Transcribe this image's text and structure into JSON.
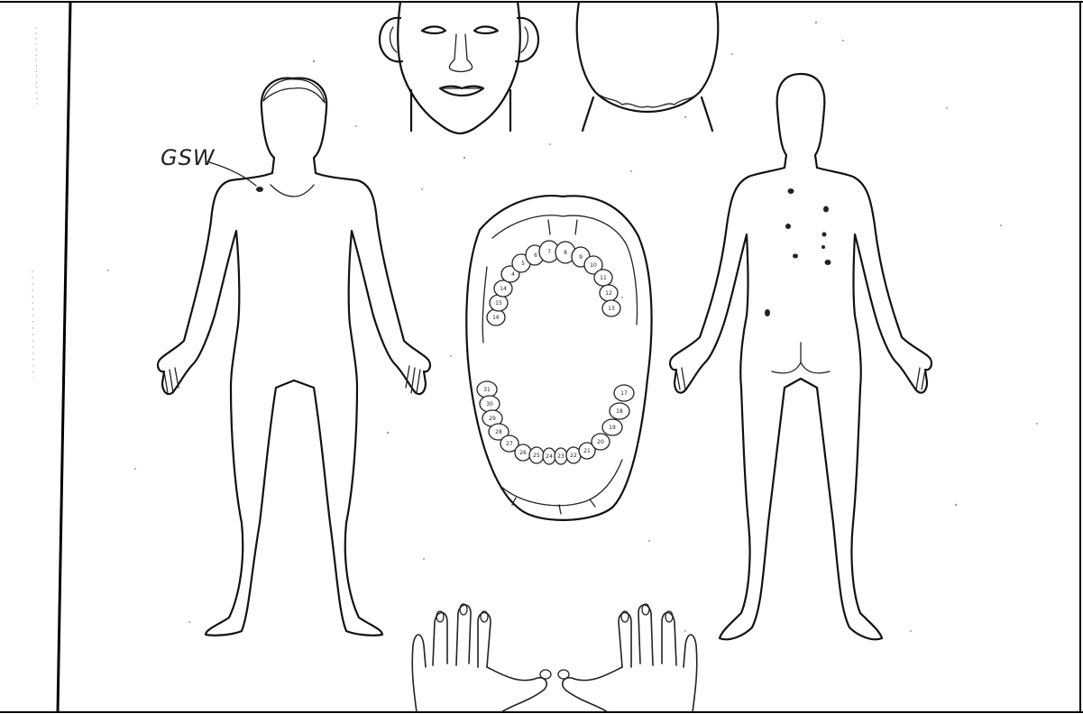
{
  "annotation": {
    "text": "GSW"
  },
  "dental_chart": {
    "upper_teeth": [
      "4",
      "5",
      "6",
      "7",
      "8",
      "9",
      "10",
      "11",
      "12",
      "13",
      "14",
      "15",
      "16"
    ],
    "lower_teeth": [
      "17",
      "18",
      "19",
      "20",
      "21",
      "22",
      "23",
      "24",
      "25",
      "26",
      "27",
      "28",
      "29",
      "30",
      "31"
    ]
  },
  "colors": {
    "ink": "#111111",
    "paper": "#ffffff",
    "frame": "#000000"
  },
  "wound_marks": {
    "front_view": 1,
    "back_view": 8
  }
}
